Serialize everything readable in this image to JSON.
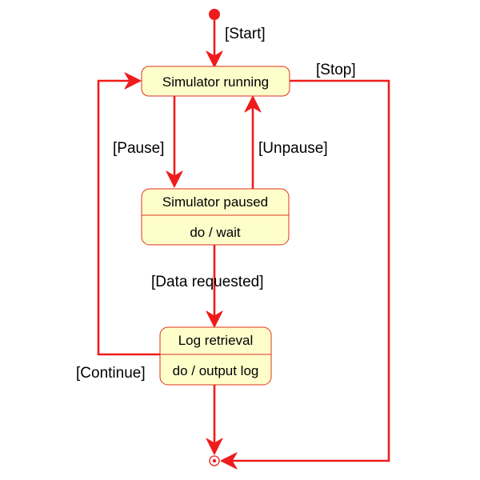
{
  "diagram": {
    "states": {
      "running": {
        "name": "Simulator running"
      },
      "paused": {
        "name": "Simulator paused",
        "activity": "do / wait"
      },
      "log": {
        "name": "Log retrieval",
        "activity": "do / output log"
      }
    },
    "transitions": {
      "start": "[Start]",
      "stop": "[Stop]",
      "pause": "[Pause]",
      "unpause": "[Unpause]",
      "data_requested": "[Data requested]",
      "continue": "[Continue]"
    },
    "colors": {
      "state_fill": "#fefecb",
      "state_border": "#e0311f",
      "edge": "#ee1c1c",
      "text": "#000000"
    }
  }
}
